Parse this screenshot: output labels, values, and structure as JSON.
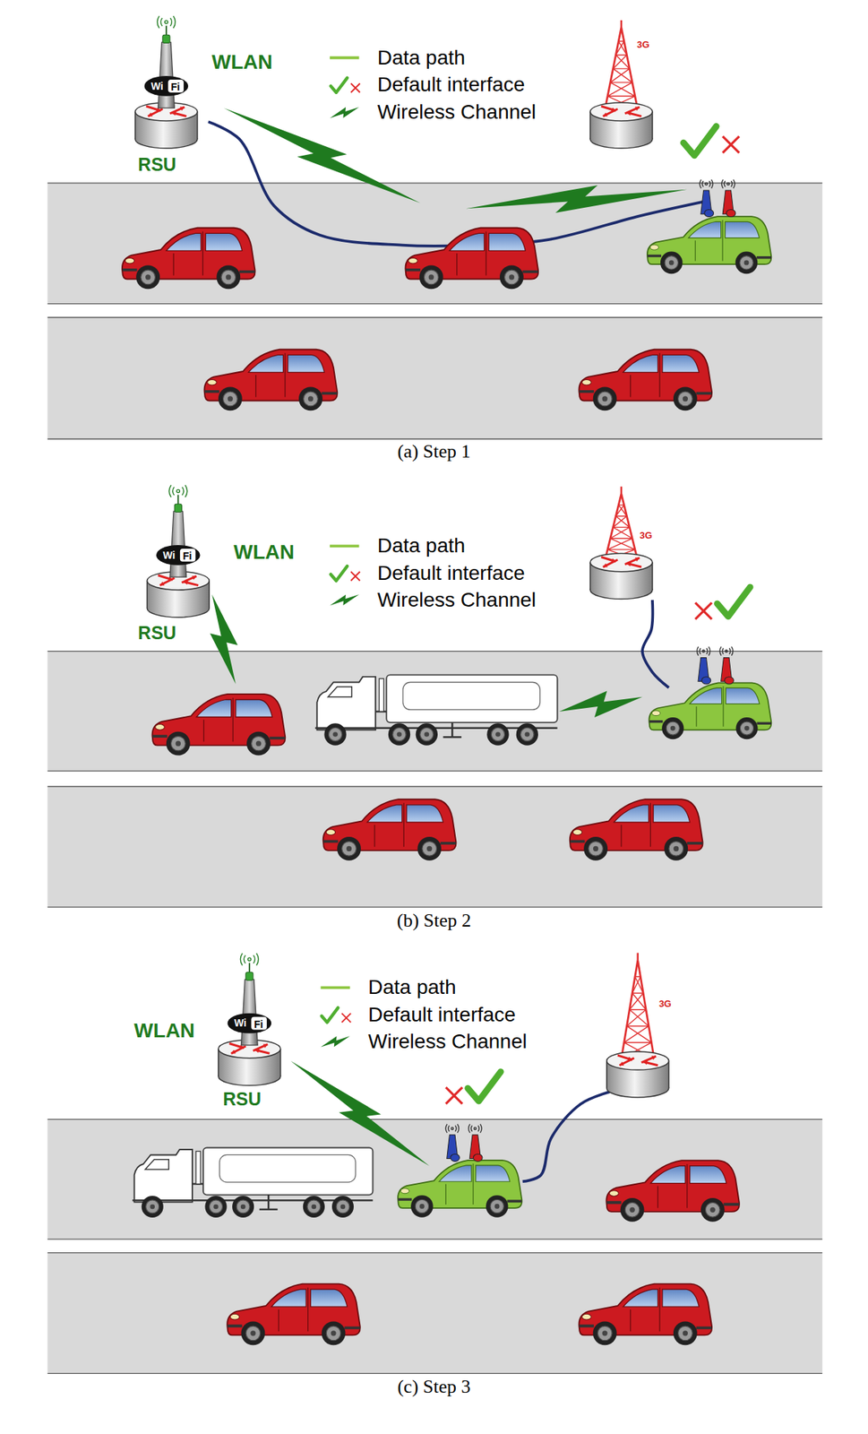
{
  "diagram": {
    "nodes": [
      {
        "text": [
          "Wi",
          "Fi",
          "RSU"
        ]
      },
      {
        "text": [
          "3G"
        ]
      },
      {
        "text": [
          "Wi",
          "Fi",
          "RSU"
        ]
      },
      {
        "text": [
          "3G"
        ]
      },
      {
        "text": [
          "Wi",
          "Fi",
          "RSU"
        ]
      },
      {
        "text": [
          "3G"
        ]
      }
    ],
    "labels": [
      "WLAN",
      "(a) Step 1",
      "WLAN",
      "(b) Step 2",
      "WLAN",
      "(c) Step 3"
    ],
    "legend": [
      {
        "text": "Data path"
      },
      {
        "text": "Default interface"
      },
      {
        "text": "Wireless Channel"
      },
      {
        "text": "Data path"
      },
      {
        "text": "Default interface"
      },
      {
        "text": "Wireless Channel"
      },
      {
        "text": "Data path"
      },
      {
        "text": "Default interface"
      },
      {
        "text": "Wireless Channel"
      }
    ]
  }
}
